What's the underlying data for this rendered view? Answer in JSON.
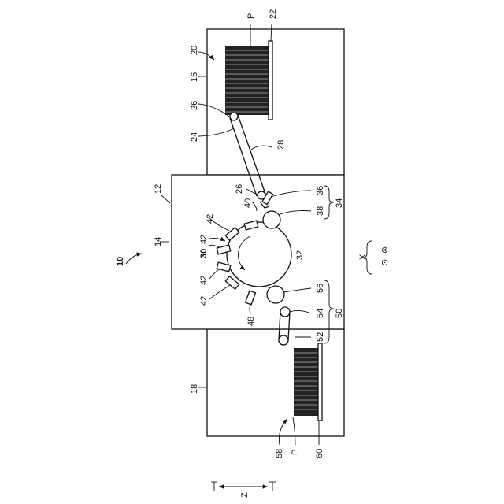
{
  "labels": {
    "fig": "10",
    "l12": "12",
    "l14": "14",
    "l16": "16",
    "l18": "18",
    "l20": "20",
    "l22": "22",
    "l24": "24",
    "l26a": "26",
    "l26b": "26",
    "l28": "28",
    "l30": "30",
    "l32": "32",
    "l34": "34",
    "l36": "36",
    "l38": "38",
    "l40": "40",
    "l42a": "42",
    "l42b": "42",
    "l42c": "42",
    "l42d": "42",
    "l48": "48",
    "l50": "50",
    "l52": "52",
    "l54": "54",
    "l56": "56",
    "l58": "58",
    "l60": "60",
    "pTop": "P",
    "pBottom": "P",
    "x": "X",
    "z": "Z"
  },
  "icons": {
    "into_page": "⊗",
    "out_of_page": "⊙"
  }
}
